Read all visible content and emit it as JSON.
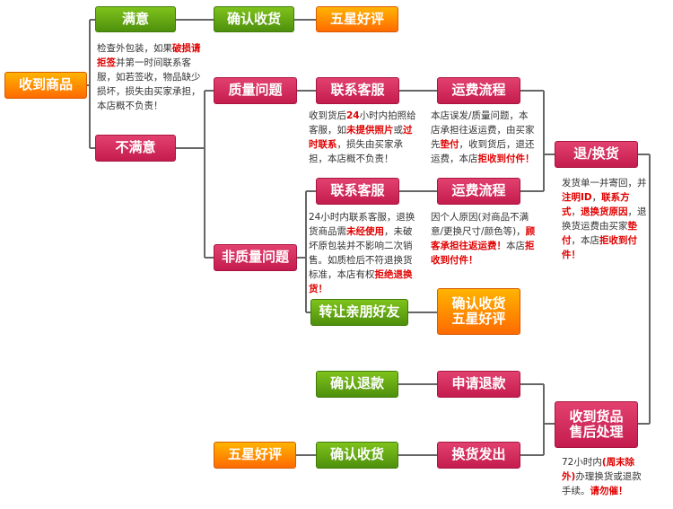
{
  "nodes": {
    "receive": "收到商品",
    "satisfied": "满意",
    "confirm_receipt_top": "确认收货",
    "five_star_top": "五星好评",
    "unsatisfied": "不满意",
    "quality_issue": "质量问题",
    "contact_cs_quality": "联系客服",
    "shipping_flow_quality": "运费流程",
    "return_exchange": "退/换货",
    "non_quality_issue": "非质量问题",
    "contact_cs_nonquality": "联系客服",
    "shipping_flow_nonquality": "运费流程",
    "transfer_friends": "转让亲朋好友",
    "confirm_five_star_line1": "确认收货",
    "confirm_five_star_line2": "五星好评",
    "confirm_refund": "确认退款",
    "apply_refund": "申请退款",
    "receive_aftersale_line1": "收到货品",
    "receive_aftersale_line2": "售后处理",
    "five_star_bottom": "五星好评",
    "confirm_receipt_bottom": "确认收货",
    "exchange_ship": "换货发出"
  },
  "notes": {
    "satisfied_note": [
      {
        "t": "检查外包装，如果"
      },
      {
        "t": "破损请拒签",
        "red": true
      },
      {
        "t": "并第一时间联系客服，如若签收，物品缺少损坏，损失由买家承担，本店概不负责！"
      }
    ],
    "quality_cs_note": [
      {
        "t": "收到货后"
      },
      {
        "t": "24",
        "red": true
      },
      {
        "t": "小时内拍照给客服，如"
      },
      {
        "t": "未提供照片",
        "red": true
      },
      {
        "t": "或"
      },
      {
        "t": "过时联系",
        "red": true
      },
      {
        "t": "，损失由买家承担，本店概不负责！"
      }
    ],
    "quality_shipping_note": [
      {
        "t": "本店误发/质量问题，本店承担往返运费，由买家先"
      },
      {
        "t": "垫付",
        "red": true
      },
      {
        "t": "，收到货后，退还运费，本店"
      },
      {
        "t": "拒收到付件！",
        "red": true
      }
    ],
    "return_note": [
      {
        "t": "发货单一并寄回，并"
      },
      {
        "t": "注明ID",
        "red": true
      },
      {
        "t": "，"
      },
      {
        "t": "联系方式",
        "red": true
      },
      {
        "t": "，"
      },
      {
        "t": "退换货原因",
        "red": true
      },
      {
        "t": "，退换货运费由买家"
      },
      {
        "t": "垫付",
        "red": true
      },
      {
        "t": "，本店"
      },
      {
        "t": "拒收到付件！",
        "red": true
      }
    ],
    "nonquality_cs_note": [
      {
        "t": "24小时内联系客服，退换货商品需"
      },
      {
        "t": "未经使用",
        "red": true
      },
      {
        "t": "，未破坏原包装并不影响二次销售。如质检后不符退换货标准，本店有权"
      },
      {
        "t": "拒绝退换货！",
        "red": true
      }
    ],
    "nonquality_shipping_note": [
      {
        "t": "因个人原因(对商品不满意/更换尺寸/颜色等)，"
      },
      {
        "t": "顾客承担往返运费！",
        "red": true
      },
      {
        "t": "本店"
      },
      {
        "t": "拒收到付件！",
        "red": true
      }
    ],
    "aftersale_note": [
      {
        "t": "72小时内"
      },
      {
        "t": "(周末除外)",
        "red": true
      },
      {
        "t": "办理换货或退款手续。"
      },
      {
        "t": "请勿催！",
        "red": true
      }
    ]
  }
}
